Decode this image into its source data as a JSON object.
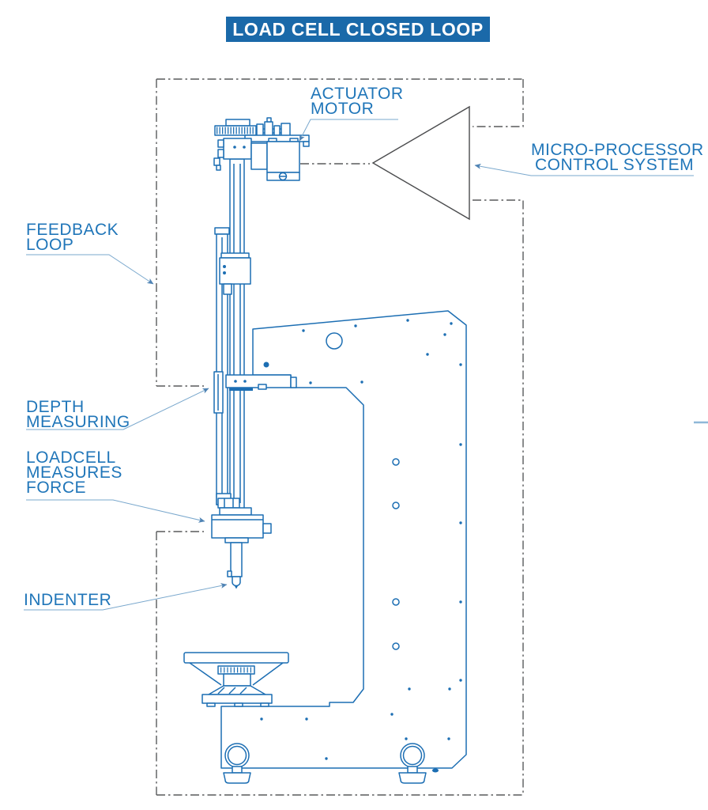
{
  "banner": {
    "label": "LOAD CELL CLOSED LOOP"
  },
  "labels": {
    "actuator_motor": {
      "line1": "ACTUATOR",
      "line2": "MOTOR"
    },
    "micro_processor": {
      "line1": "MICRO-PROCESSOR",
      "line2": "CONTROL SYSTEM"
    },
    "feedback_loop": {
      "line1": "FEEDBACK",
      "line2": "LOOP"
    },
    "depth_measuring": {
      "line1": "DEPTH",
      "line2": "MEASURING"
    },
    "loadcell_measures_force": {
      "line1": "LOADCELL",
      "line2": "MEASURES",
      "line3": "FORCE"
    },
    "indenter": {
      "line1": "INDENTER"
    }
  },
  "colors": {
    "banner_blue": "#1a69a9",
    "label_blue": "#2076b9",
    "drawing_blue": "#1c6eb3",
    "loop_gray": "#595a5c",
    "leader_blue": "#7aa8cd",
    "banner_text": "#ffffff"
  }
}
